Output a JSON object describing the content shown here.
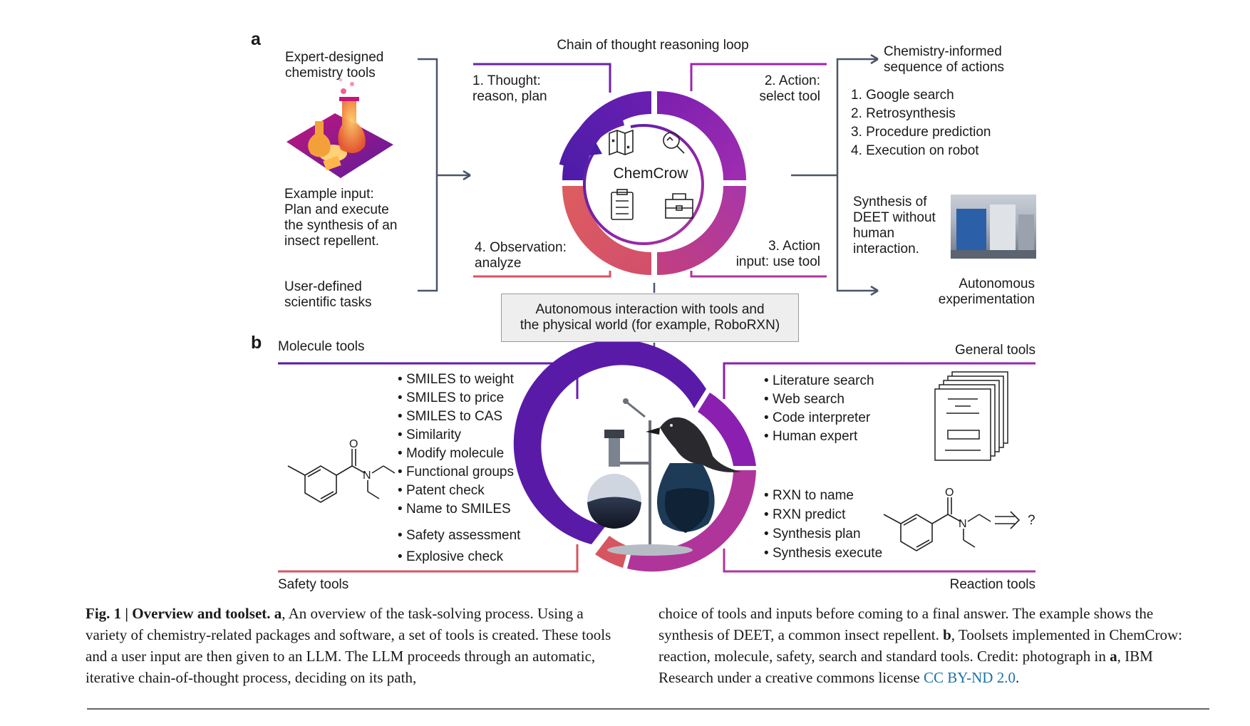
{
  "panel_a": {
    "label": "a",
    "loop_title": "Chain of thought reasoning loop",
    "center_label": "ChemCrow",
    "expert_tools": "Expert-designed\nchemistry tools",
    "example_input": "Example input:\nPlan and execute\nthe synthesis of an\ninsect repellent.",
    "user_tasks": "User-defined\nscientific tasks",
    "step1": "1. Thought:\nreason, plan",
    "step2": "2. Action:\nselect tool",
    "step3": "3. Action\ninput: use tool",
    "step4": "4. Observation:\nanalyze",
    "sequence_title": "Chemistry-informed\nsequence of actions",
    "sequence": [
      "1. Google search",
      "2. Retrosynthesis",
      "3. Procedure prediction",
      "4. Execution on robot"
    ],
    "synthesis_note": "Synthesis of\nDEET without\nhuman\ninteraction.",
    "autonomous": "Autonomous\nexperimentation",
    "box_text": "Autonomous interaction with tools and\nthe physical world (for example, RoboRXN)"
  },
  "panel_b": {
    "label": "b",
    "molecule_title": "Molecule tools",
    "molecule_tools": [
      "SMILES to weight",
      "SMILES to price",
      "SMILES to CAS",
      "Similarity",
      "Modify molecule",
      "Functional groups",
      "Patent check",
      "Name to SMILES"
    ],
    "safety_tools": [
      "Safety assessment",
      "Explosive check"
    ],
    "safety_title": "Safety tools",
    "general_title": "General tools",
    "general_tools": [
      "Literature search",
      "Web search",
      "Code interpreter",
      "Human expert"
    ],
    "reaction_tools": [
      "RXN to name",
      "RXN predict",
      "Synthesis plan",
      "Synthesis execute"
    ],
    "reaction_title": "Reaction tools",
    "atom_O": "O",
    "atom_N": "N",
    "question": "?"
  },
  "caption": {
    "fig_label": "Fig. 1 | Overview and toolset.",
    "a_ref": "a",
    "left_text": ", An overview of the task-solving process. Using a variety of chemistry-related packages and software, a set of tools is created. These tools and a user input are then given to an LLM. The LLM proceeds through an automatic, iterative chain-of-thought process, deciding on its path,",
    "right_text_1": "choice of tools and inputs before coming to a final answer. The example shows the synthesis of DEET, a common insect repellent. ",
    "b_ref": "b",
    "right_text_2": ", Toolsets implemented in ChemCrow: reaction, molecule, safety, search and standard tools. Credit: photograph in ",
    "a_ref2": "a",
    "right_text_3": ", IBM Research under a creative commons license ",
    "license": "CC BY-ND 2.0",
    "end": "."
  },
  "colors": {
    "purple_dark": "#5a1aa8",
    "purple": "#8a1fb0",
    "magenta": "#b0359b",
    "coral": "#d75560",
    "arrow_grey": "#4a5568"
  },
  "icons": [
    "map-icon",
    "magnifier-icon",
    "clipboard-icon",
    "toolbox-icon",
    "flask-stand-icon",
    "crow-icon",
    "document-stack-icon",
    "lab-robot-photo"
  ]
}
